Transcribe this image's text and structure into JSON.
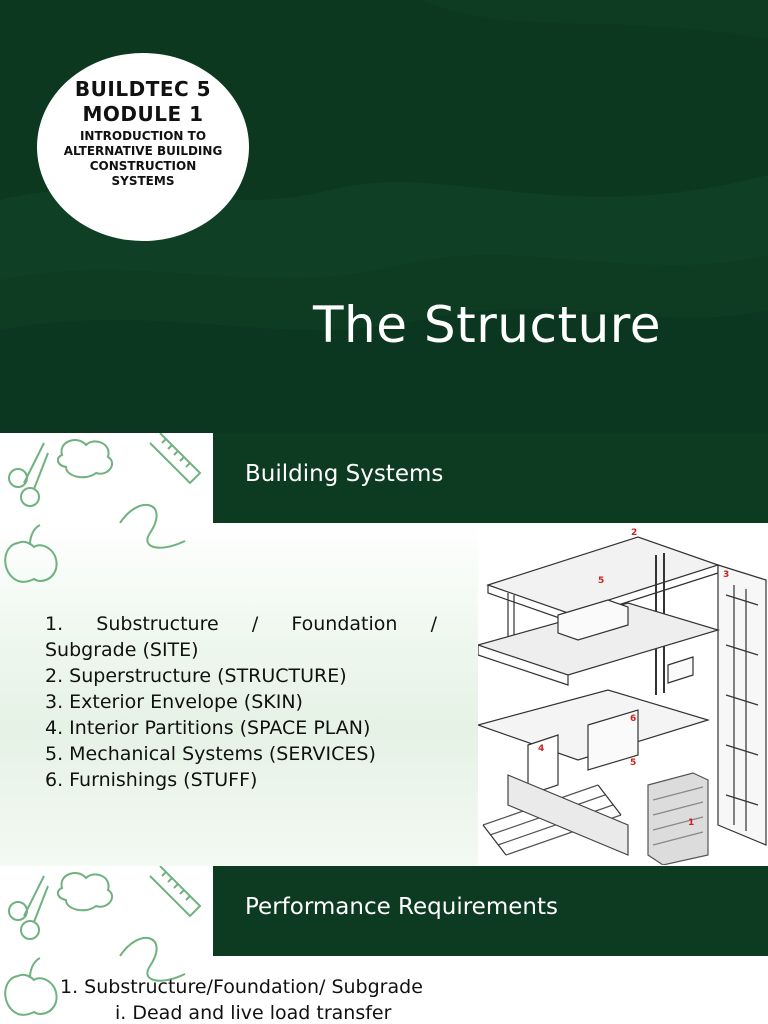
{
  "slide1": {
    "course_code": "BUILDTEC 5",
    "module": "MODULE 1",
    "subtitle_lines": [
      "INTRODUCTION TO",
      "ALTERNATIVE BUILDING",
      "CONSTRUCTION",
      "SYSTEMS"
    ],
    "title": "The Structure"
  },
  "slide2": {
    "header": "Building Systems",
    "items": [
      "1.  Substructure / Foundation /",
      "Subgrade (SITE)",
      "2. Superstructure (STRUCTURE)",
      "3. Exterior Envelope (SKIN)",
      "4. Interior Partitions (SPACE PLAN)",
      "5. Mechanical Systems (SERVICES)",
      "6. Furnishings (STUFF)"
    ],
    "diagram_labels": [
      "2",
      "3",
      "5",
      "4",
      "6",
      "5",
      "1"
    ]
  },
  "slide3": {
    "header": "Performance Requirements",
    "items": [
      "1.  Substructure/Foundation/ Subgrade",
      "i. Dead and live load transfer"
    ]
  },
  "colors": {
    "dark_green": "#0d3b22",
    "mid_green": "#124a2b",
    "white": "#ffffff",
    "doodle_green": "#6fb27f"
  }
}
